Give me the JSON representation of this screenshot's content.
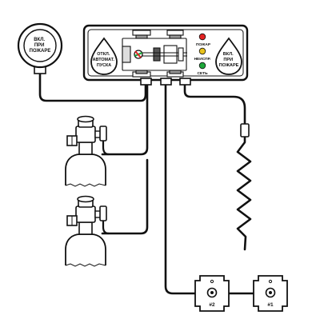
{
  "remote_button": {
    "lines": [
      "ВКЛ.",
      "ПРИ",
      "ПОЖАРЕ"
    ]
  },
  "panel": {
    "left_button": {
      "lines": [
        "ОТКЛ.",
        "АВТОМАТ.",
        "ПУСКА"
      ]
    },
    "right_button": {
      "lines": [
        "ВКЛ.",
        "ПРИ",
        "ПОЖАРЕ"
      ]
    },
    "indicators": [
      {
        "label": "ПОЖАР",
        "color": "#e32222"
      },
      {
        "label": "НЕИСПР.",
        "color": "#e8c21c"
      },
      {
        "label": "СЕТЬ",
        "color": "#1ea83a"
      }
    ]
  },
  "detectors": [
    {
      "label": "#2"
    },
    {
      "label": "#1"
    }
  ]
}
